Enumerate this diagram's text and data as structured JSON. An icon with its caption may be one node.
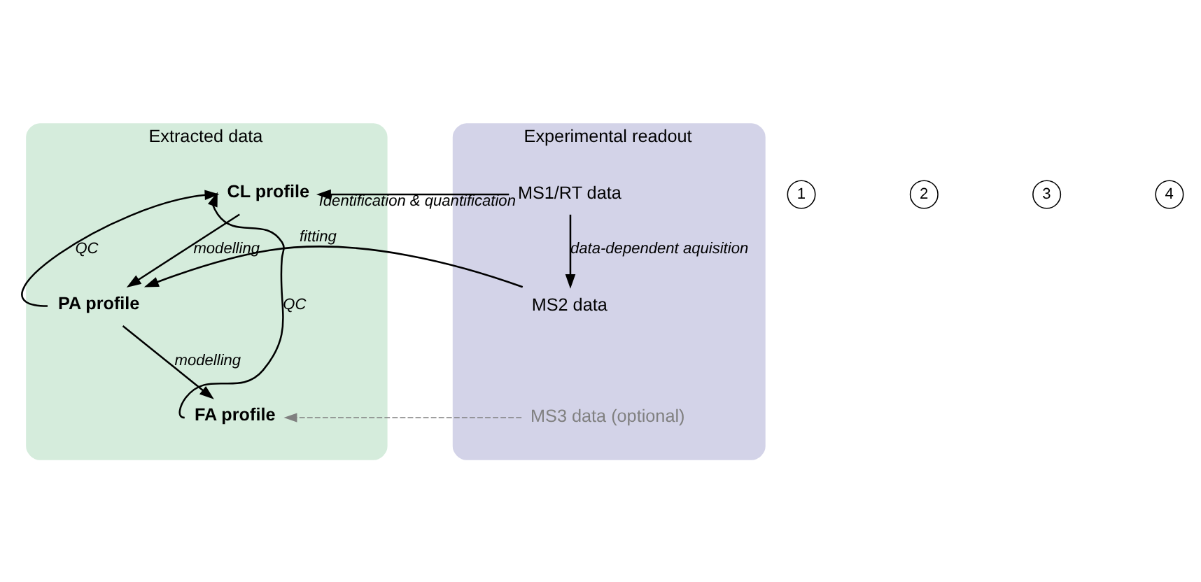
{
  "diagram": {
    "nodes": [
      {
        "text": [
          "Extracted data"
        ]
      },
      {
        "text": [
          "CL profile"
        ],
        "in": 0
      },
      {
        "text": [
          "PA profile"
        ],
        "in": 0
      },
      {
        "text": [
          "FA profile"
        ],
        "in": 0
      },
      {
        "text": [
          "Experimental readout"
        ]
      },
      {
        "text": [
          "MS1/RT data"
        ],
        "in": 4
      },
      {
        "text": [
          "MS2 data"
        ],
        "in": 4
      },
      {
        "text": [
          "MS3 data (optional)"
        ],
        "in": 4
      }
    ],
    "edges": [
      {
        "from": 5,
        "to": 1,
        "arrow": "to",
        "label": "Identification & quantification"
      },
      {
        "from": 5,
        "to": 6,
        "arrow": "to",
        "label": "data-dependent aquisition"
      },
      {
        "from": 1,
        "to": 2,
        "arrow": "to",
        "label": "modelling"
      },
      {
        "from": 6,
        "to": 2,
        "arrow": "to",
        "label": "fitting"
      },
      {
        "from": 2,
        "to": 3,
        "arrow": "to",
        "label": "modelling"
      },
      {
        "from": 7,
        "to": 3,
        "arrow": "to",
        "style": "dashed",
        "color": "#808080"
      },
      {
        "from": 2,
        "to": 1,
        "arrow": "to",
        "label": "QC"
      },
      {
        "from": 3,
        "to": 1,
        "arrow": "to",
        "label": "QC"
      }
    ],
    "labels": [
      "1",
      "2",
      "3",
      "4"
    ]
  }
}
